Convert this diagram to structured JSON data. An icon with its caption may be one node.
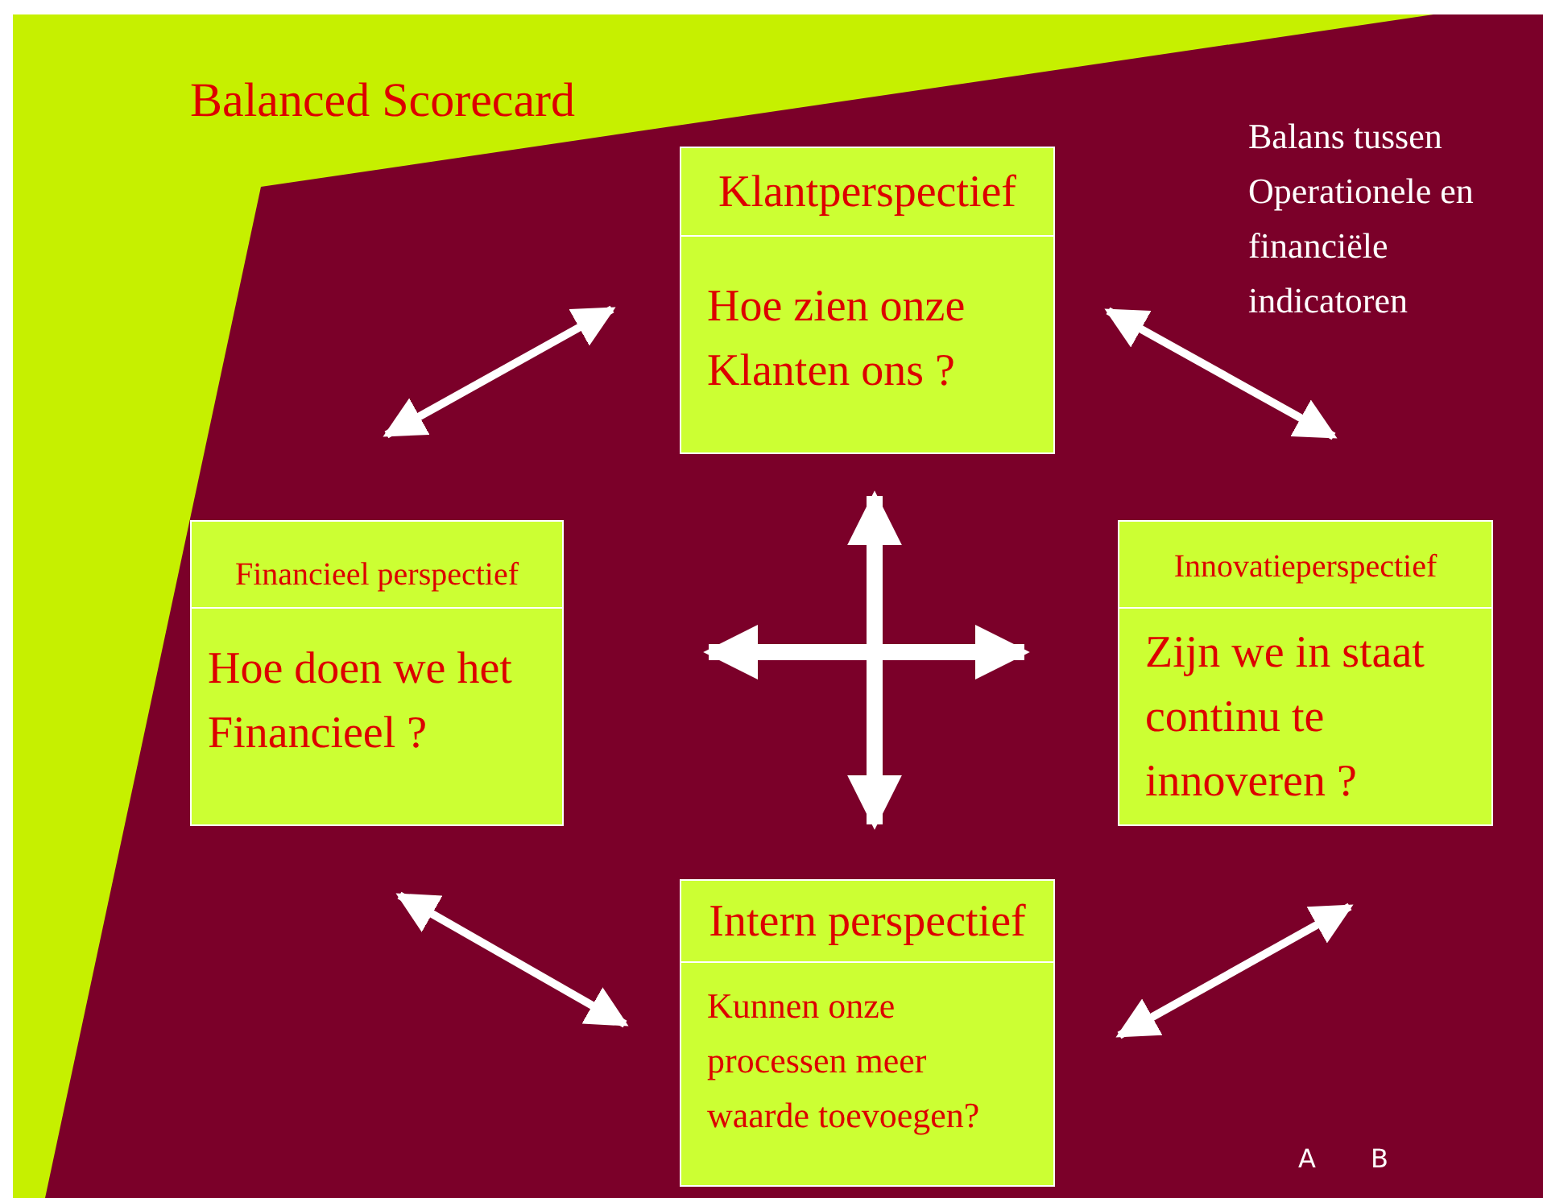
{
  "diagram": {
    "title": "Balanced Scorecard",
    "nodes": [
      {
        "text": [
          "Klantperspectief",
          "Hoe zien onze Klanten ons ?"
        ]
      },
      {
        "text": [
          "Financieel perspectief",
          "Hoe doen we het Financieel ?"
        ]
      },
      {
        "text": [
          "Innovatieperspectief",
          "Zijn we in staat continu te innoveren ?"
        ]
      },
      {
        "text": [
          "Intern perspectief",
          "Kunnen onze processen meer waarde toevoegen?"
        ]
      }
    ],
    "edges": [
      {
        "from": 1,
        "to": 0,
        "arrow": "both"
      },
      {
        "from": 0,
        "to": 2,
        "arrow": "both"
      },
      {
        "from": 1,
        "to": 3,
        "arrow": "both"
      },
      {
        "from": 3,
        "to": 2,
        "arrow": "both"
      },
      {
        "from": 1,
        "to": 2,
        "arrow": "both",
        "style": "thick"
      },
      {
        "from": 0,
        "to": 3,
        "arrow": "both",
        "style": "thick"
      }
    ],
    "labels": [
      "Balans tussen Operationele en financiële indicatoren",
      "A",
      "B"
    ]
  }
}
